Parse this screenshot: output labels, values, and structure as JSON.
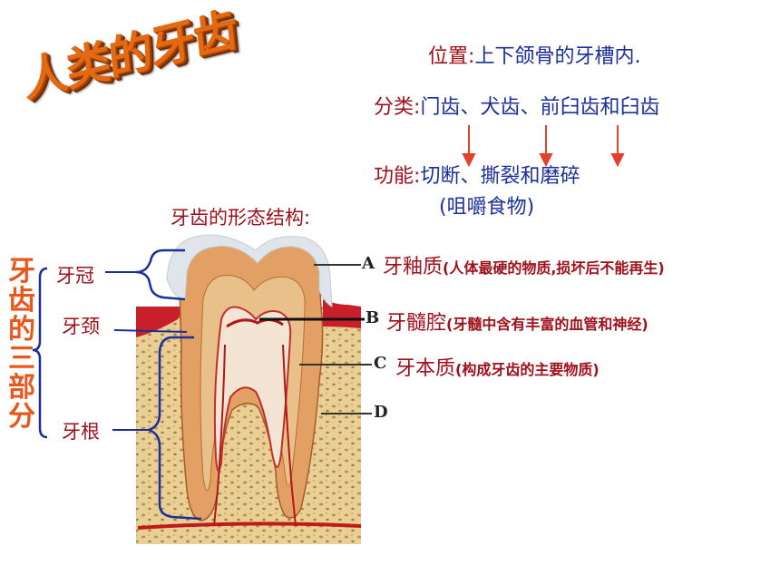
{
  "title": "人类的牙齿",
  "info": {
    "position_label": "位置",
    "position_text": "上下颌骨的牙槽内.",
    "category_label": "分类",
    "category_text": "门齿、犬齿、前臼齿和臼齿",
    "function_label": "功能",
    "function_text": "切断、撕裂和磨碎",
    "function_sub": "(咀嚼食物)"
  },
  "structure_heading": "牙齿的形态结构:",
  "three_parts_label": "牙齿的三部分",
  "parts": {
    "crown": "牙冠",
    "neck": "牙颈",
    "root": "牙根"
  },
  "markers": {
    "a": "A",
    "b": "B",
    "c": "C",
    "d": "D"
  },
  "callouts": {
    "enamel": {
      "name": "牙釉质",
      "desc": "(人体最硬的物质,损坏后不能再生)"
    },
    "pulp": {
      "name": "牙髓腔",
      "desc": "(牙髓中含有丰富的血管和神经)"
    },
    "dentin": {
      "name": "牙本质",
      "desc": "(构成牙齿的主要物质)"
    }
  },
  "colors": {
    "dark_red": "#a0101a",
    "blue": "#1a2f9c",
    "orange": "#e8571b",
    "arrow_red": "#e5402a"
  }
}
